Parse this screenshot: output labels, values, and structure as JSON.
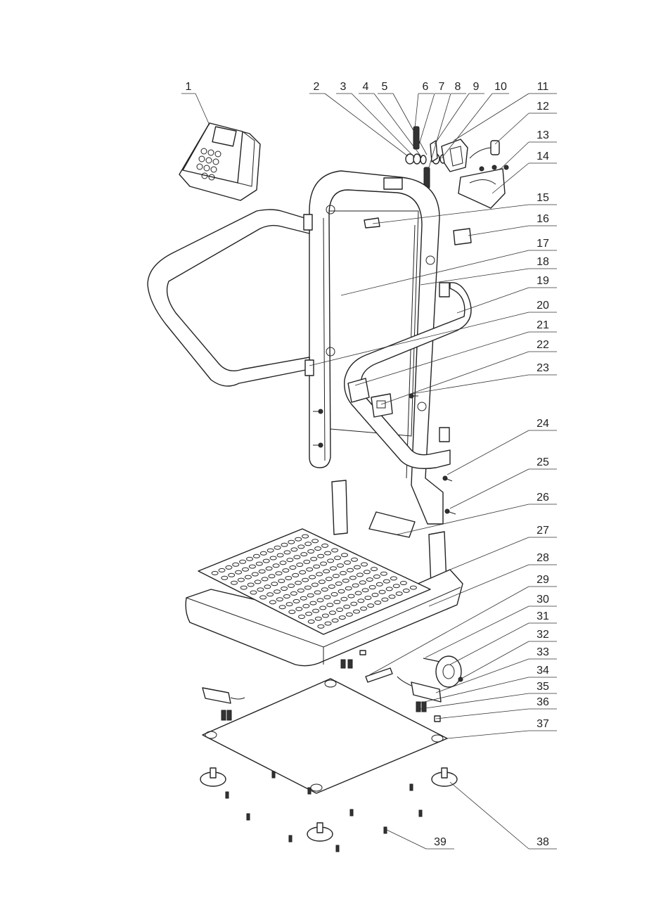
{
  "parts": [
    {
      "n": "1"
    },
    {
      "n": "2"
    },
    {
      "n": "3"
    },
    {
      "n": "4"
    },
    {
      "n": "5"
    },
    {
      "n": "6"
    },
    {
      "n": "7"
    },
    {
      "n": "8"
    },
    {
      "n": "9"
    },
    {
      "n": "10"
    },
    {
      "n": "11"
    },
    {
      "n": "12"
    },
    {
      "n": "13"
    },
    {
      "n": "14"
    },
    {
      "n": "15"
    },
    {
      "n": "16"
    },
    {
      "n": "17"
    },
    {
      "n": "18"
    },
    {
      "n": "19"
    },
    {
      "n": "20"
    },
    {
      "n": "21"
    },
    {
      "n": "22"
    },
    {
      "n": "23"
    },
    {
      "n": "24"
    },
    {
      "n": "25"
    },
    {
      "n": "26"
    },
    {
      "n": "27"
    },
    {
      "n": "28"
    },
    {
      "n": "29"
    },
    {
      "n": "30"
    },
    {
      "n": "31"
    },
    {
      "n": "32"
    },
    {
      "n": "33"
    },
    {
      "n": "34"
    },
    {
      "n": "35"
    },
    {
      "n": "36"
    },
    {
      "n": "37"
    },
    {
      "n": "38"
    },
    {
      "n": "39"
    }
  ],
  "colors": {
    "line": "#222222",
    "background": "#ffffff"
  }
}
